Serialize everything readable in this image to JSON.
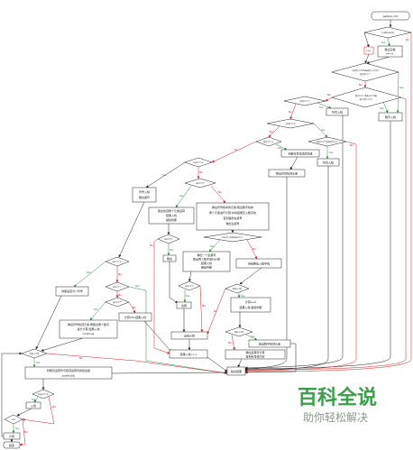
{
  "nodes": {
    "start": [
      "gets(s),i=0"
    ],
    "loop_cond": [
      "i<strlen(s)"
    ],
    "inc": [
      "i++"
    ],
    "skip_space": [
      "跳过空格",
      "i=i+1"
    ],
    "is_digit": [
      "(s[i]>='0'&&s[i]<='9')",
      "||s[i]=='.'"
    ],
    "is_negative": [
      "s[i]=='-'&&(i==0||",
      "s[i-1]=='(')"
    ],
    "push_number": [
      "数字入栈"
    ],
    "is_lparen": [
      "s[i]=='('"
    ],
    "push_op1": [
      "符号入栈"
    ],
    "is_rparen": [
      "s[i]==')'"
    ],
    "is_muldiv": [
      "s[i]=='*'||s[i]=='/'"
    ],
    "push_op2": [
      "符号入栈"
    ],
    "is_plus": [
      "s[i]=='+'"
    ],
    "check_priority": [
      "判断符号栈顶优先级"
    ],
    "pop_top": [
      "弹出符号栈顶元素"
    ],
    "stack_empty": [
      "top==-1"
    ],
    "push_op3": [
      "符号入栈",
      "跳出循环"
    ],
    "is_open": [
      "op=='('"
    ],
    "calc_push": [
      "取出栈顶两个元素运算",
      "结果入栈",
      "继续判断"
    ],
    "calc_until_paren": [
      "弹出符号栈中的元素,取出数字栈中",
      "两个元素进行计算,并将结果压入数字栈",
      "直到遇到左括号",
      "弹出左括号"
    ],
    "top_not_paren": [
      "top!=-1&&op!='('"
    ],
    "pop_calc": [
      "弹出一个运算符",
      "取出两个数字进行计算",
      "结果入栈",
      "继续判断"
    ],
    "push_result": [
      "将结果压入数字栈"
    ],
    "op_open": [
      "op=='('"
    ],
    "break_out": [
      "跳出"
    ],
    "op_plus": [
      "op=='+'"
    ],
    "check_open": [
      "判断是否为'('符号"
    ],
    "op_minus": [
      "op=='-'"
    ],
    "op_mul": [
      "op=='*'"
    ],
    "pop_two": [
      "弹出符号栈顶元素,再取出两个数字",
      "进行计算,结果入栈",
      "continue"
    ],
    "calc_mul": [
      "计算a*b,结果入栈"
    ],
    "op_div": [
      "op=='/'"
    ],
    "error": [
      "出错"
    ],
    "top_ge0_a": [
      "top>=0"
    ],
    "calc_add": [
      "计算a+b",
      "结果入栈,继续判断"
    ],
    "top_ge0_b": [
      "top>=0"
    ],
    "pop_compute": [
      "出栈计算"
    ],
    "print_top": [
      "输出数字栈顶元素"
    ],
    "pop_until_empty": [
      "弹出运算符计算",
      "直到符号栈为空"
    ],
    "push_inc": [
      "结果入栈,i++"
    ],
    "output": [
      "输出结果"
    ],
    "top_ge0_c": [
      "top>=0"
    ],
    "compare_priority": [
      "判断该运算符与栈顶运算符的优先级",
      "push(s[i])"
    ],
    "top_empty": [
      "top==-1"
    ],
    "push_op4": [
      "入栈"
    ],
    "i_lt_n": [
      "i<n"
    ],
    "compute": [
      "计算"
    ],
    "end": [
      "结束"
    ]
  },
  "labels": {
    "yes": "Yes",
    "no": "No"
  },
  "colors": {
    "yes_edge": "#2a8c3a",
    "no_edge": "#d61f1f",
    "edge": "#222222",
    "watermark": "#3aa04a"
  },
  "watermark": {
    "title": "百科全说",
    "subtitle": "助你轻松解决"
  }
}
